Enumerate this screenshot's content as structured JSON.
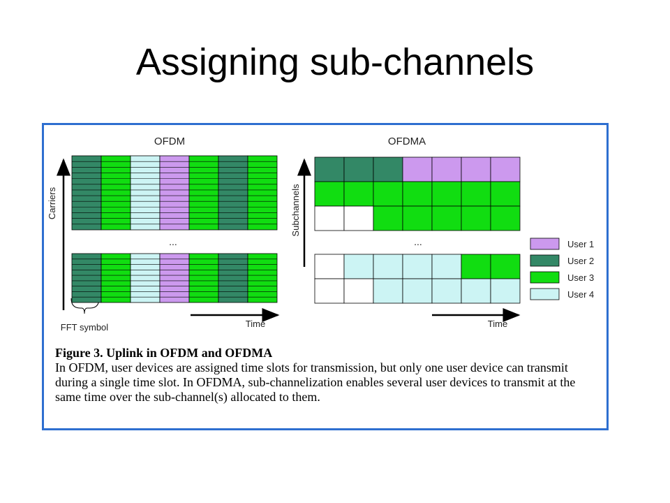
{
  "slide": {
    "title": "Assigning sub-channels"
  },
  "figure": {
    "ofdm": {
      "title": "OFDM",
      "y_axis_label": "Carriers",
      "x_axis_label": "Time",
      "ellipsis": "...",
      "brace_label": "FFT symbol",
      "column_users": [
        "User 2",
        "User 3",
        "User 4",
        "User 1",
        "User 3",
        "User 2",
        "User 3"
      ]
    },
    "ofdma": {
      "title": "OFDMA",
      "y_axis_label": "Subchannels",
      "x_axis_label": "Time",
      "ellipsis": "...",
      "upper_rows": [
        [
          "User 2",
          "User 2",
          "User 2",
          "User 1",
          "User 1",
          "User 1",
          "User 1"
        ],
        [
          "User 3",
          "User 3",
          "User 3",
          "User 3",
          "User 3",
          "User 3",
          "User 3"
        ],
        [
          "",
          "",
          "User 3",
          "User 3",
          "User 3",
          "User 3",
          "User 3"
        ]
      ],
      "lower_rows": [
        [
          "",
          "User 4",
          "User 4",
          "User 4",
          "User 4",
          "User 3",
          "User 3"
        ],
        [
          "",
          "",
          "User 4",
          "User 4",
          "User 4",
          "User 4",
          "User 4"
        ]
      ]
    },
    "legend": [
      {
        "label": "User 1",
        "color": "#cc99ee"
      },
      {
        "label": "User 2",
        "color": "#338866"
      },
      {
        "label": "User 3",
        "color": "#11dd11"
      },
      {
        "label": "User 4",
        "color": "#ccf4f4"
      }
    ],
    "caption_title": "Figure 3. Uplink in OFDM and OFDMA",
    "caption_text": "In OFDM, user devices are assigned time slots for transmission, but only one user device can transmit during a single time slot. In OFDMA, sub-channelization enables several user devices to transmit at the same time over the sub-channel(s) allocated to them."
  }
}
